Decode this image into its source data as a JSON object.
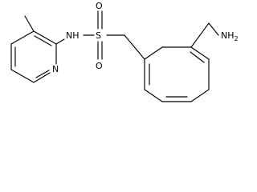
{
  "molecule": {
    "atoms": {
      "nh_label": "NH",
      "sulfur_label": "S",
      "oxygen_top_label": "O",
      "oxygen_bottom_label": "O",
      "pyridine_n_label": "N",
      "amine_label": "NH",
      "amine_subscript": "2"
    },
    "colors": {
      "bond": "#000000",
      "label": "#000000",
      "background": "#ffffff"
    }
  }
}
